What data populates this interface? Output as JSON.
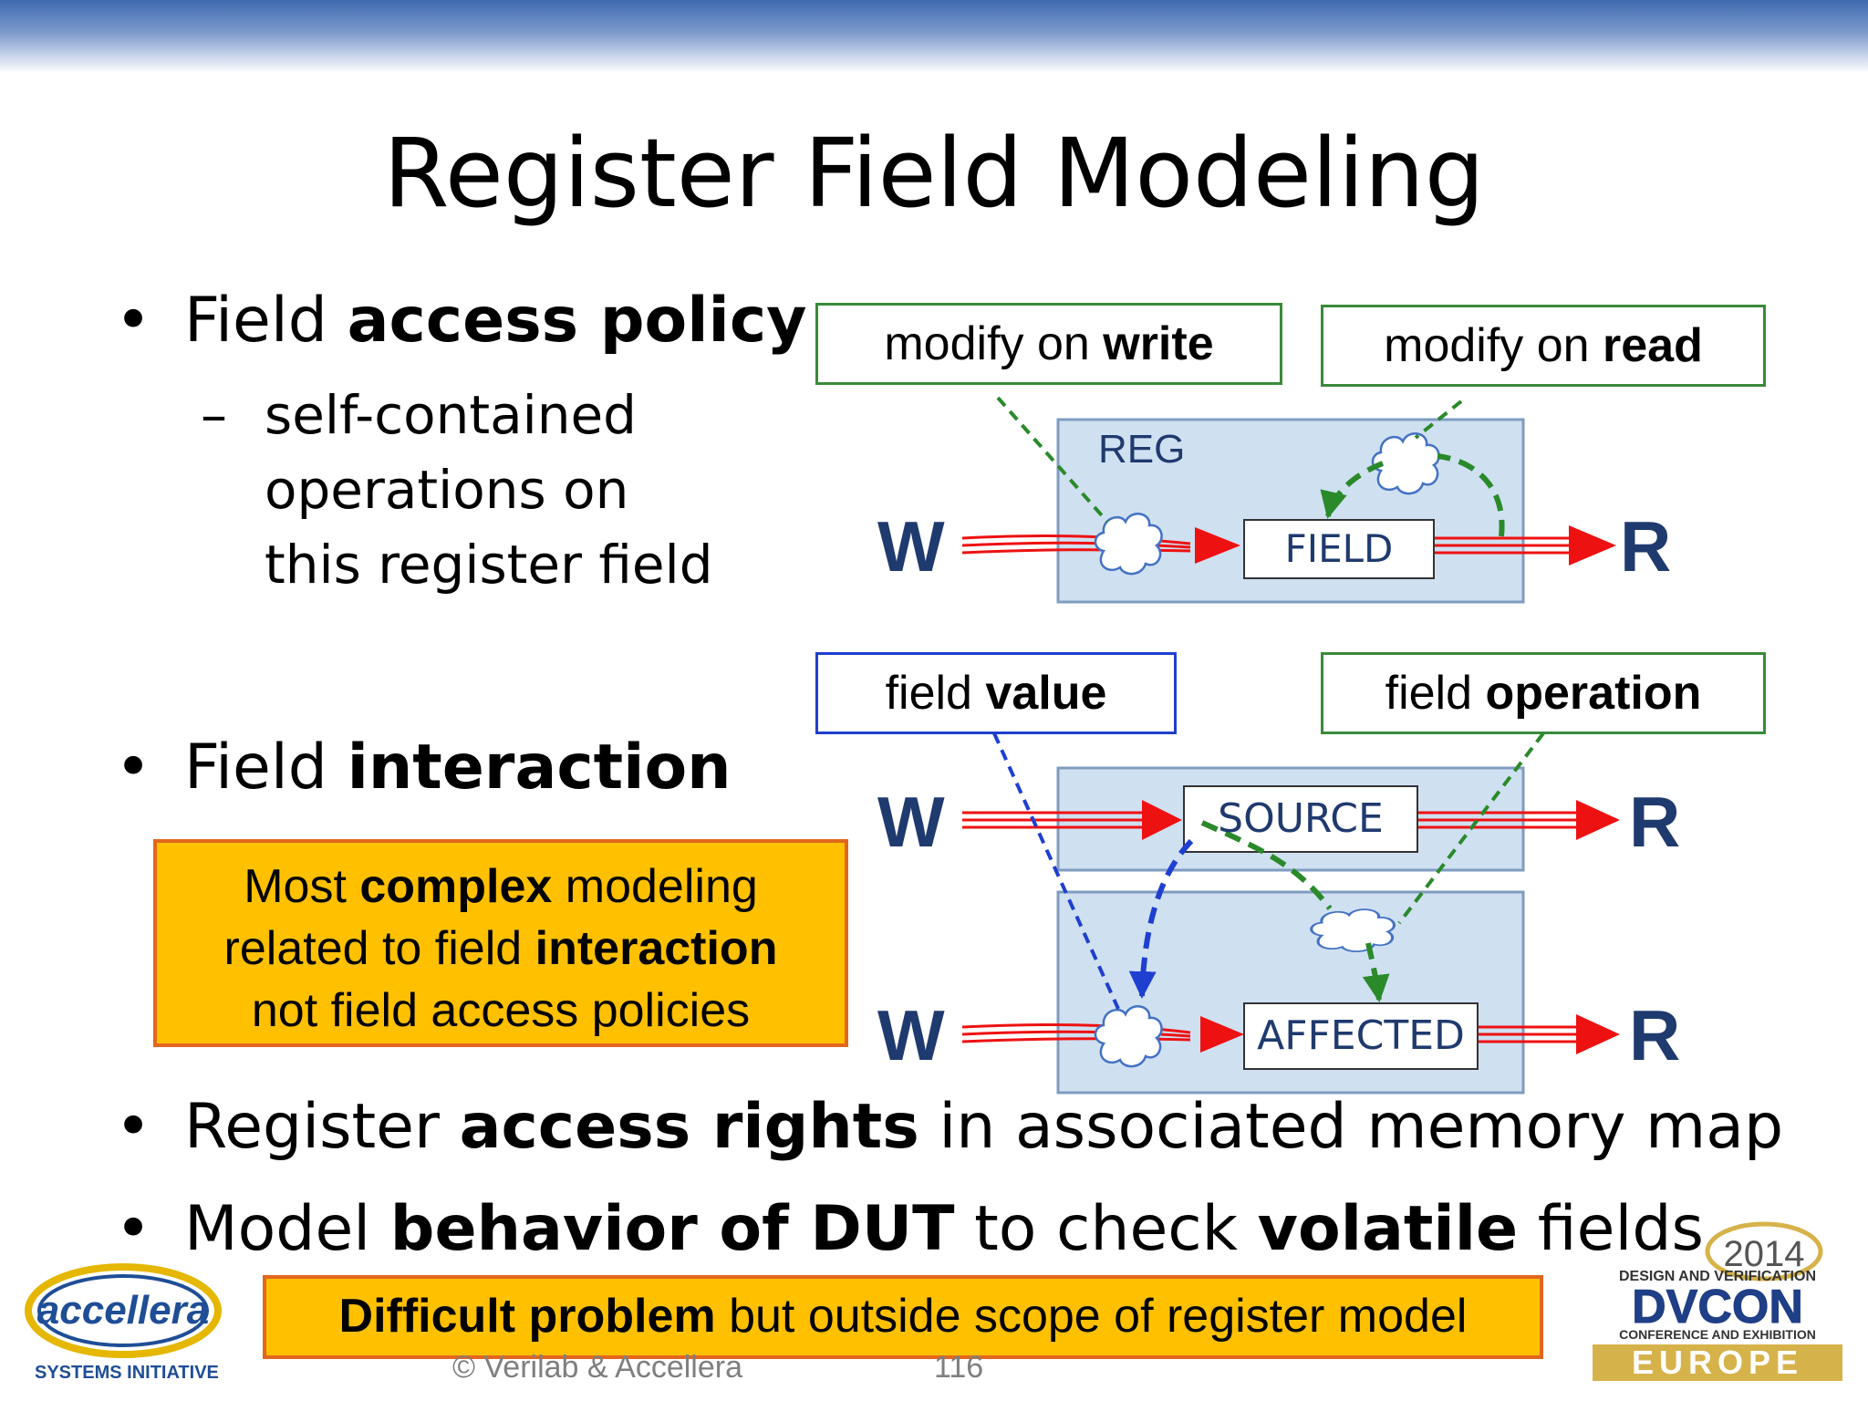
{
  "slide": {
    "title": "Register Field Modeling",
    "bullets": [
      {
        "pre": "Field ",
        "bold": "access policy",
        "post": ""
      },
      {
        "pre": "Field ",
        "bold": "interaction",
        "post": ""
      },
      {
        "pre": "Register ",
        "bold": "access rights",
        "post": " in associated memory map"
      },
      {
        "pre": "Model ",
        "bold": "behavior of DUT",
        "mid": " to check ",
        "bold2": "volatile",
        "post": " fields"
      }
    ],
    "bullet_glyph": "•",
    "sub_dash": "–",
    "subbullet": [
      "self-contained",
      "operations on",
      "this register field"
    ]
  },
  "diagram1": {
    "label_left": {
      "pre": "modify on ",
      "bold": "write"
    },
    "label_right": {
      "pre": "modify on ",
      "bold": "read"
    },
    "reg_label": "REG",
    "field_label": "FIELD",
    "input": "W",
    "output": "R"
  },
  "diagram2": {
    "label_left": {
      "pre": "field ",
      "bold": "value"
    },
    "label_right": {
      "pre": "field ",
      "bold": "operation"
    },
    "source_label": "SOURCE",
    "affected_label": "AFFECTED",
    "input": "W",
    "output": "R"
  },
  "callouts": {
    "complex": {
      "l1_pre": "Most ",
      "l1_bold": "complex",
      "l1_post": " modeling",
      "l2_pre": "related to field ",
      "l2_bold": "interaction",
      "l3": "not field access policies"
    },
    "difficult": {
      "bold": "Difficult problem",
      "post": " but outside scope of register model"
    }
  },
  "footer": {
    "copyright": "© Verilab & Accellera",
    "page": "116"
  },
  "logos": {
    "accellera": {
      "name": "accellera",
      "sub": "SYSTEMS INITIATIVE",
      "icon": "accellera-logo"
    },
    "dvcon": {
      "year": "2014",
      "line1": "DESIGN AND VERIFICATION",
      "name": "DVCON",
      "line2": "CONFERENCE AND EXHIBITION",
      "region": "EUROPE",
      "icon": "dvcon-logo"
    }
  },
  "colors": {
    "green_dashed": "#2a8a2a",
    "blue_dashed": "#1f3fd0",
    "red_arrow": "#ee1111",
    "box_fill": "#cfe0f1",
    "box_stroke": "#7f9cc0",
    "orange_fill": "#ffc000",
    "orange_border": "#e2661e"
  }
}
